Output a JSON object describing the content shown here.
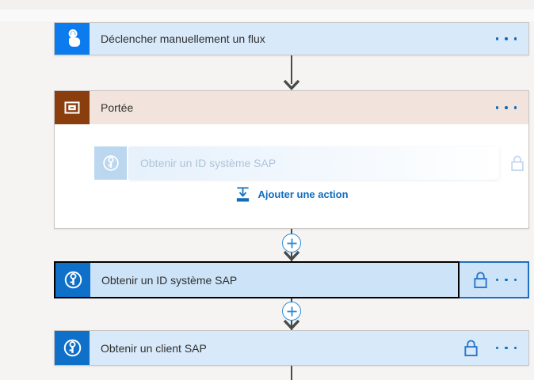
{
  "colors": {
    "canvas": "#f5f4f3",
    "band1": "#f2f1f0",
    "band2": "#faf9f9",
    "accent": "#0f6cbd",
    "connector": "#4a4a4a",
    "card-border": "#c8c6c4",
    "card-blue": "#d8e9fa",
    "title": "#30302e",
    "trigger-icon": "#0c7bee",
    "sap-icon": "#0e70c8",
    "scope-icon": "#8a3e0e",
    "scope-header": "#f2e4dc",
    "selected-bg": "#cce3f8",
    "selected-border": "#1d6fc0",
    "lock": "#2a77c9",
    "plus": "#2e8cd6",
    "ghost-text": "#aec4d8"
  },
  "flow": {
    "trigger": {
      "title": "Déclencher manuellement un flux"
    },
    "scope": {
      "title": "Portée",
      "ghost_action": {
        "title": "Obtenir un ID système SAP"
      },
      "add_action_label": "Ajouter une action"
    },
    "actions": [
      {
        "title": "Obtenir un ID système SAP",
        "locked": true,
        "selected": true
      },
      {
        "title": "Obtenir un client SAP",
        "locked": true,
        "selected": false
      }
    ]
  }
}
